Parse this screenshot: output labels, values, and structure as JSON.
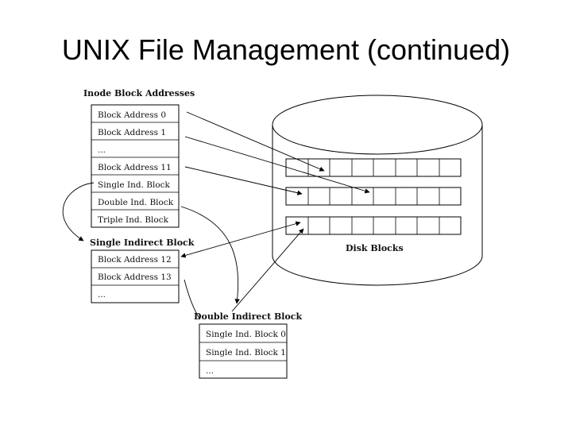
{
  "slide": {
    "title": "UNIX File Management (continued)"
  },
  "inode": {
    "header": "Inode Block Addresses",
    "cells": [
      "Block Address 0",
      "Block Address 1",
      "...",
      "Block Address 11",
      "Single Ind. Block",
      "Double Ind. Block",
      "Triple Ind. Block"
    ]
  },
  "single_indirect": {
    "header": "Single Indirect Block",
    "cells": [
      "Block Address 12",
      "Block Address 13",
      "..."
    ]
  },
  "double_indirect": {
    "header": "Double Indirect Block",
    "cells": [
      "Single Ind. Block 0",
      "Single Ind. Block 1",
      "..."
    ]
  },
  "disk": {
    "label": "Disk Blocks"
  }
}
